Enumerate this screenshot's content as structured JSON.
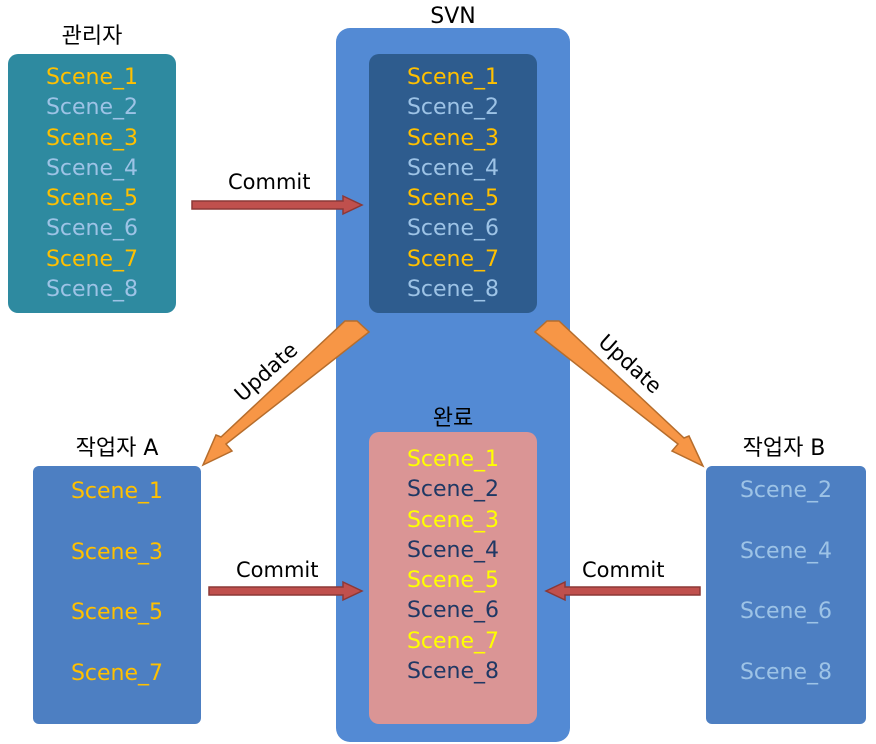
{
  "colors": {
    "admin_box": "#2e8aa0",
    "svn_bg": "#538ad4",
    "svn_inner": "#2e5c8e",
    "worker_box": "#4d7fc2",
    "done_box": "#da9595",
    "odd_text": "#ffc000",
    "even_text": "#9dc3e6",
    "done_odd_text": "#ffff00",
    "done_even_text": "#1f3864",
    "commit_arrow": "#c0504d",
    "update_arrow": "#f79646"
  },
  "admin": {
    "title": "관리자",
    "scenes": [
      "Scene_1",
      "Scene_2",
      "Scene_3",
      "Scene_4",
      "Scene_5",
      "Scene_6",
      "Scene_7",
      "Scene_8"
    ]
  },
  "svn": {
    "title": "SVN",
    "scenes": [
      "Scene_1",
      "Scene_2",
      "Scene_3",
      "Scene_4",
      "Scene_5",
      "Scene_6",
      "Scene_7",
      "Scene_8"
    ]
  },
  "done": {
    "title": "완료",
    "scenes": [
      "Scene_1",
      "Scene_2",
      "Scene_3",
      "Scene_4",
      "Scene_5",
      "Scene_6",
      "Scene_7",
      "Scene_8"
    ]
  },
  "worker_a": {
    "title": "작업자 A",
    "scenes": [
      "Scene_1",
      "Scene_3",
      "Scene_5",
      "Scene_7"
    ]
  },
  "worker_b": {
    "title": "작업자 B",
    "scenes": [
      "Scene_2",
      "Scene_4",
      "Scene_6",
      "Scene_8"
    ]
  },
  "labels": {
    "commit_top": "Commit",
    "commit_left": "Commit",
    "commit_right": "Commit",
    "update_left": "Update",
    "update_right": "Update"
  }
}
